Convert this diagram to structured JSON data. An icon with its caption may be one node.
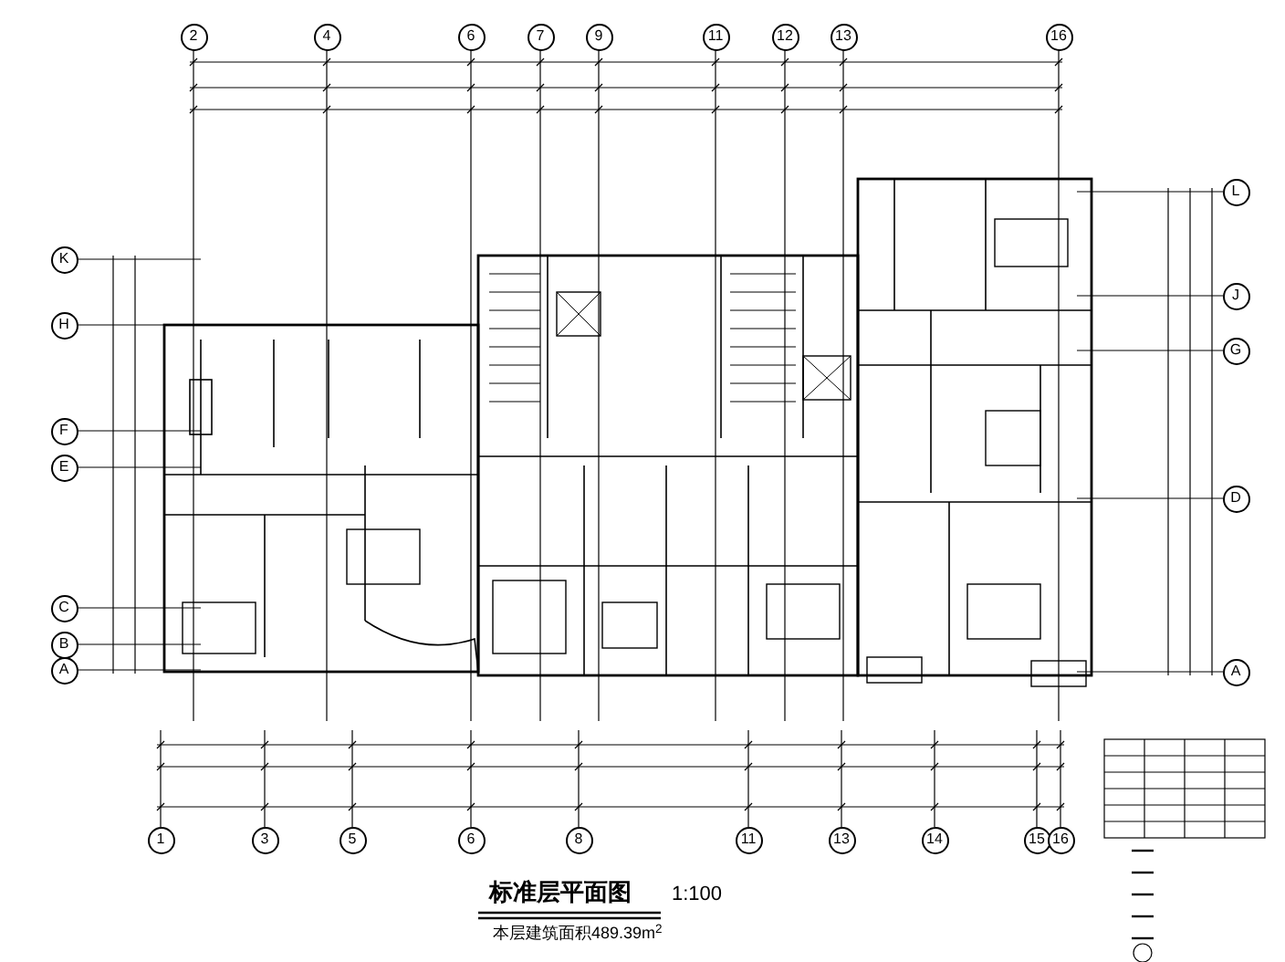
{
  "diagram": {
    "title": "标准层平面图",
    "nodes": [
      {
        "text": [
          "2"
        ]
      },
      {
        "text": [
          "4"
        ]
      },
      {
        "text": [
          "6"
        ]
      },
      {
        "text": [
          "7"
        ]
      },
      {
        "text": [
          "9"
        ]
      },
      {
        "text": [
          "11"
        ]
      },
      {
        "text": [
          "12"
        ]
      },
      {
        "text": [
          "13"
        ]
      },
      {
        "text": [
          "16"
        ]
      },
      {
        "text": [
          "1"
        ]
      },
      {
        "text": [
          "3"
        ]
      },
      {
        "text": [
          "5"
        ]
      },
      {
        "text": [
          "6"
        ]
      },
      {
        "text": [
          "8"
        ]
      },
      {
        "text": [
          "11"
        ]
      },
      {
        "text": [
          "13"
        ]
      },
      {
        "text": [
          "14"
        ]
      },
      {
        "text": [
          "15"
        ]
      },
      {
        "text": [
          "16"
        ]
      },
      {
        "text": [
          "K"
        ]
      },
      {
        "text": [
          "H"
        ]
      },
      {
        "text": [
          "F"
        ]
      },
      {
        "text": [
          "E"
        ]
      },
      {
        "text": [
          "C"
        ]
      },
      {
        "text": [
          "B"
        ]
      },
      {
        "text": [
          "A"
        ]
      },
      {
        "text": [
          "L"
        ]
      },
      {
        "text": [
          "J"
        ]
      },
      {
        "text": [
          "G"
        ]
      },
      {
        "text": [
          "D"
        ]
      },
      {
        "text": [
          "A"
        ]
      }
    ],
    "edges": [],
    "labels": [
      "1:100",
      "本层建筑面积489.39m$^{2}$"
    ]
  }
}
